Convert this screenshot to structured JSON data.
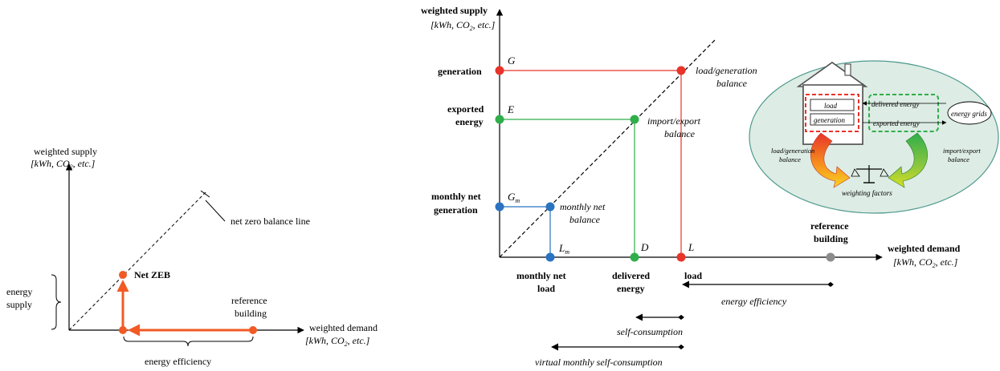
{
  "left_diagram": {
    "y_axis_title": "weighted supply",
    "y_axis_units": "[kWh, CO",
    "y_axis_units_sub": "2",
    "y_axis_units_tail": ", etc.]",
    "x_axis_title": "weighted demand",
    "x_axis_units": "[kWh, CO",
    "x_axis_units_sub": "2",
    "x_axis_units_tail": ", etc.]",
    "balance_line_label": "net zero balance line",
    "net_zeb_label": "Net ZEB",
    "reference_line1": "reference",
    "reference_line2": "building",
    "energy_supply_line1": "energy",
    "energy_supply_line2": "supply",
    "energy_efficiency_label": "energy efficiency",
    "colors": {
      "path": "#f15a24",
      "axis": "#000000"
    }
  },
  "right_diagram": {
    "y_axis_title": "weighted supply",
    "y_axis_units": "[kWh, CO",
    "y_axis_units_sub": "2",
    "y_axis_units_tail": ", etc.]",
    "x_axis_title": "weighted demand",
    "x_axis_units": "[kWh, CO",
    "x_axis_units_sub": "2",
    "x_axis_units_tail": ", etc.]",
    "y_labels": {
      "generation": "generation",
      "exported_line1": "exported",
      "exported_line2": "energy",
      "monthly_gen_line1": "monthly net",
      "monthly_gen_line2": "generation"
    },
    "x_labels": {
      "monthly_load_line1": "monthly net",
      "monthly_load_line2": "load",
      "delivered_line1": "delivered",
      "delivered_line2": "energy",
      "load": "load",
      "reference_line1": "reference",
      "reference_line2": "building"
    },
    "point_letters": {
      "G": "G",
      "E": "E",
      "Gm": "G",
      "Gm_sub": "m",
      "D": "D",
      "L": "L",
      "Lm": "L",
      "Lm_sub": "m"
    },
    "balances": {
      "load_gen_line1": "load/generation",
      "load_gen_line2": "balance",
      "import_export_line1": "import/export",
      "import_export_line2": "balance",
      "monthly_net_line1": "monthly net",
      "monthly_net_line2": "balance"
    },
    "ranges": {
      "energy_efficiency": "energy efficiency",
      "self_consumption": "self-consumption",
      "virtual_self_consumption": "virtual monthly self-consumption"
    },
    "colors": {
      "red": "#e8342a",
      "green": "#2fae4a",
      "blue": "#2a73c1",
      "gray": "#8c8c8c",
      "ellipse_fill": "#ddece4",
      "ellipse_stroke": "#4f9a8e"
    },
    "inset": {
      "load": "load",
      "generation": "generation",
      "delivered_energy": "delivered energy",
      "exported_energy": "exported energy",
      "energy_grids": "energy grids",
      "load_gen_line1": "load/generation",
      "load_gen_line2": "balance",
      "import_export_line1": "import/export",
      "import_export_line2": "balance",
      "weighting_factors": "weighting factors",
      "scale_icon": "balance-scale-icon"
    }
  }
}
